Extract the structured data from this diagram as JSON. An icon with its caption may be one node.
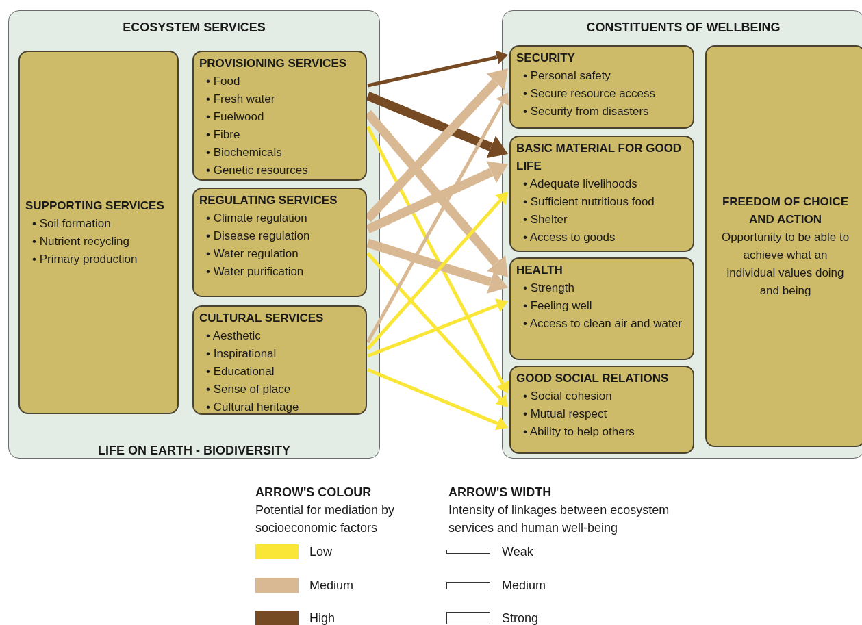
{
  "diagram": {
    "nodes": [
      {
        "text": [
          "ECOSYSTEM SERVICES",
          "LIFE ON EARTH - BIODIVERSITY"
        ]
      },
      {
        "text": [
          "SUPPORTING SERVICES",
          "• Soil formation",
          "• Nutrient recycling",
          "• Primary production"
        ],
        "in": 0
      },
      {
        "text": [
          "PROVISIONING SERVICES",
          "• Food",
          "• Fresh water",
          "• Fuelwood",
          "• Fibre",
          "• Biochemicals",
          "• Genetic resources"
        ],
        "in": 0
      },
      {
        "text": [
          "REGULATING SERVICES",
          "• Climate regulation",
          "• Disease regulation",
          "• Water regulation",
          "• Water purification"
        ],
        "in": 0
      },
      {
        "text": [
          "CULTURAL SERVICES",
          "• Aesthetic",
          "• Inspirational",
          "• Educational",
          "• Sense of place",
          "• Cultural heritage"
        ],
        "in": 0
      },
      {
        "text": [
          "CONSTITUENTS OF WELLBEING"
        ]
      },
      {
        "text": [
          "SECURITY",
          "• Personal safety",
          "• Secure resource access",
          "• Security from disasters"
        ],
        "in": 5
      },
      {
        "text": [
          "BASIC MATERIAL FOR GOOD LIFE",
          "• Adequate livelihoods",
          "• Sufficient nutritious food",
          "• Shelter",
          "• Access to goods"
        ],
        "in": 5
      },
      {
        "text": [
          "HEALTH",
          "• Strength",
          "• Feeling well",
          "• Access to clean air and water"
        ],
        "in": 5
      },
      {
        "text": [
          "GOOD SOCIAL RELATIONS",
          "• Social cohesion",
          "• Mutual respect",
          "• Ability to help others"
        ],
        "in": 5
      },
      {
        "text": [
          "FREEDOM OF CHOICE AND ACTION",
          "Opportunity to be able to achieve what an individual values doing and being"
        ],
        "in": 5
      }
    ],
    "edges": [
      {
        "from": 2,
        "to": 6,
        "arrow": "to",
        "color": "#764a23"
      },
      {
        "from": 2,
        "to": 7,
        "arrow": "to",
        "style": "thick",
        "color": "#764a23"
      },
      {
        "from": 2,
        "to": 8,
        "arrow": "to",
        "style": "thick",
        "color": "#d9b994"
      },
      {
        "from": 2,
        "to": 9,
        "arrow": "to",
        "color": "#f9e636"
      },
      {
        "from": 3,
        "to": 6,
        "arrow": "to",
        "style": "thick",
        "color": "#d9b994"
      },
      {
        "from": 3,
        "to": 7,
        "arrow": "to",
        "style": "thick",
        "color": "#d9b994"
      },
      {
        "from": 3,
        "to": 8,
        "arrow": "to",
        "style": "thick",
        "color": "#d9b994"
      },
      {
        "from": 3,
        "to": 9,
        "arrow": "to",
        "color": "#f9e636"
      },
      {
        "from": 4,
        "to": 6,
        "arrow": "to",
        "color": "#d9b994"
      },
      {
        "from": 4,
        "to": 7,
        "arrow": "to",
        "color": "#f9e636"
      },
      {
        "from": 4,
        "to": 8,
        "arrow": "to",
        "color": "#f9e636"
      },
      {
        "from": 4,
        "to": 9,
        "arrow": "to",
        "color": "#f9e636"
      }
    ],
    "labels": [
      "ARROW'S COLOUR",
      "Potential for mediation by socioeconomic factors",
      "ARROW'S WIDTH",
      "Intensity of linkages between ecosystem services and human well-being"
    ],
    "legend": [
      {
        "text": "Low",
        "color": "#f9e636"
      },
      {
        "text": "Medium",
        "color": "#d9b994"
      },
      {
        "text": "High",
        "color": "#764a23"
      },
      {
        "text": "Weak"
      },
      {
        "text": "Medium"
      },
      {
        "text": "Strong"
      }
    ]
  }
}
